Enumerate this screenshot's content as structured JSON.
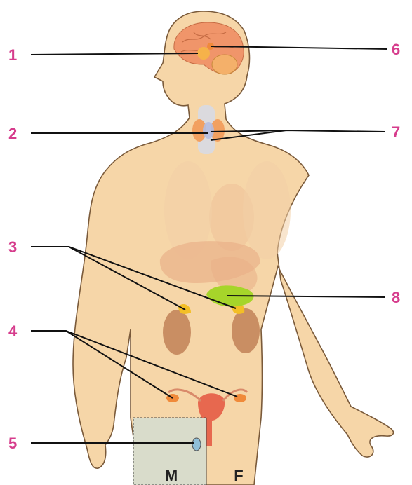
{
  "labels": {
    "n1": "1",
    "n2": "2",
    "n3": "3",
    "n4": "4",
    "n5": "5",
    "n6": "6",
    "n7": "7",
    "n8": "8"
  },
  "inset": {
    "male": "M",
    "female": "F"
  },
  "colors": {
    "skin": "#f6d6a8",
    "outline": "#7a5a3a",
    "label": "#d63c8c",
    "brain": "#f0956a",
    "gland": "#f6b24a",
    "pancreas": "#a6d52a",
    "kidney": "#c98e63",
    "uterus": "#e7684f",
    "inset": "#d9dccb"
  }
}
